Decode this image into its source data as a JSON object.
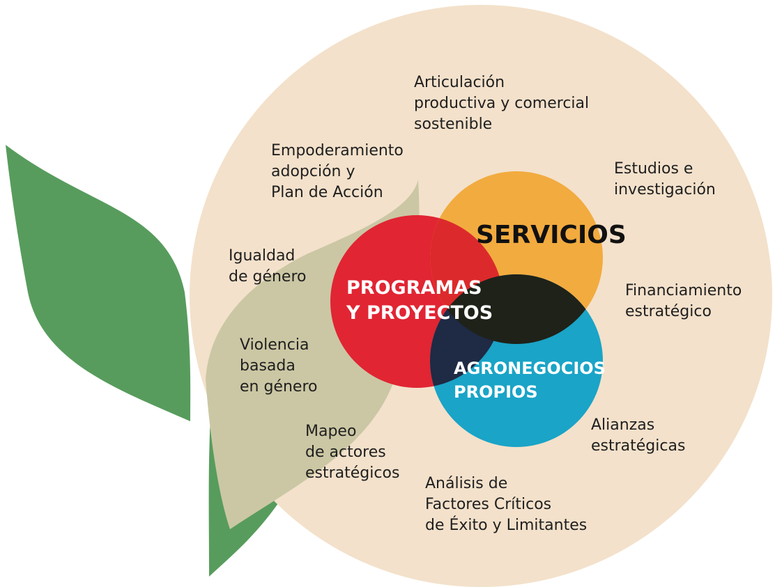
{
  "colors": {
    "leaf_green": "#579c5d",
    "background_circle": "#f3e1cb",
    "inner_leaf": "#cbc7a4",
    "programas": "#e12533",
    "servicios": "#f2ab3f",
    "agronegocios": "#1aa4c7",
    "intersection_dark": "#1e2219",
    "overlap_red_orange": "#dc2a2c",
    "overlap_red_blue": "#1f2a44"
  },
  "core": {
    "servicios": "SERVICIOS",
    "programas": [
      "PROGRAMAS",
      "Y PROYECTOS"
    ],
    "agronegocios": [
      "AGRONEGOCIOS",
      "PROPIOS"
    ]
  },
  "labels": {
    "articulacion": [
      "Articulación",
      "productiva y comercial",
      "sostenible"
    ],
    "empoderamiento": [
      "Empoderamiento",
      "adopción y",
      "Plan de Acción"
    ],
    "estudios": [
      "Estudios e",
      "investigación"
    ],
    "igualdad": [
      "Igualdad",
      "de género"
    ],
    "financiamiento": [
      "Financiamiento",
      "estratégico"
    ],
    "violencia": [
      "Violencia",
      "basada",
      "en género"
    ],
    "mapeo": [
      "Mapeo",
      "de actores",
      "estratégicos"
    ],
    "alianzas": [
      "Alianzas",
      "estratégicas"
    ],
    "analisis": [
      "Análisis de",
      "Factores Críticos",
      "de Éxito y Limitantes"
    ]
  }
}
